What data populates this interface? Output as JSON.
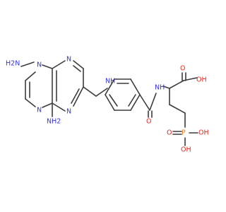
{
  "colors": {
    "carbon_bond": "#3c3c3c",
    "nitrogen": "#3535d8",
    "oxygen": "#e0281c",
    "phosphorus": "#e27f20"
  },
  "atoms": {
    "nh2_top": "H2N",
    "nh2_bottom": "NH2",
    "n1": "N",
    "n3": "N",
    "n5": "N",
    "n8": "N",
    "nh_amine": "NH",
    "nh_amide": "NH",
    "o_amide": "O",
    "o_acid": "O",
    "oh_acid": "OH",
    "p": "P",
    "o_p": "O",
    "oh_p1": "OH",
    "oh_p2": "OH"
  }
}
